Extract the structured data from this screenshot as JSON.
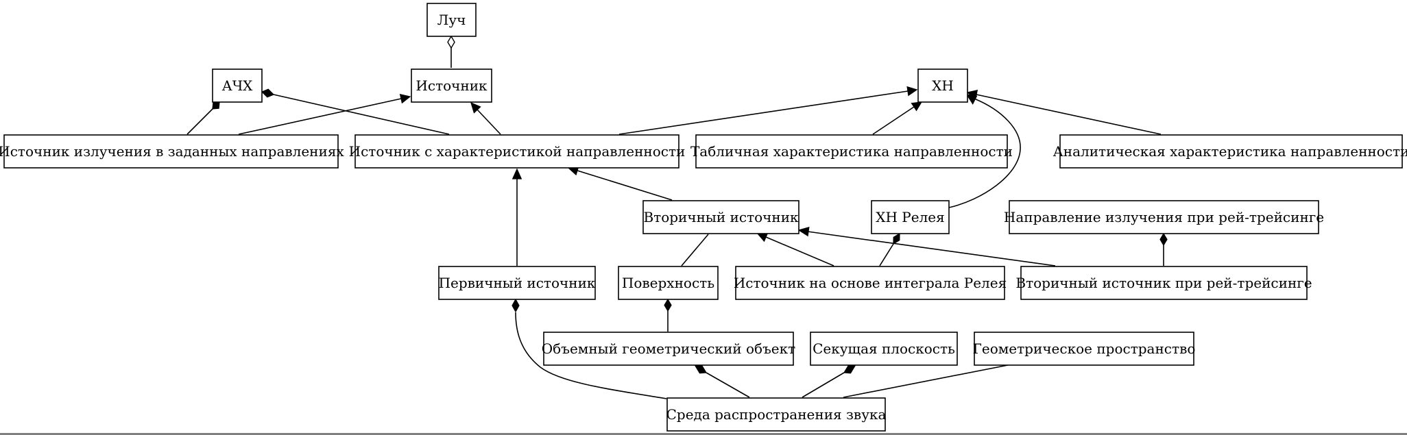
{
  "nodes": {
    "ray": "Луч",
    "achx": "АЧХ",
    "source": "Источник",
    "xn": "ХН",
    "dir_emit_source": "Источник излучения в заданных направлениях",
    "dir_char_source": "Источник с характеристикой направленности",
    "table_char": "Табличная характеристика направленности",
    "analytic_char": "Аналитическая характеристика направленности",
    "secondary_source": "Вторичный источник",
    "xn_rayleigh": "ХН Релея",
    "ray_dir": "Направление излучения при рей-трейсинге",
    "primary_source": "Первичный источник",
    "surface": "Поверхность",
    "rayleigh_source": "Источник на основе интеграла Релея",
    "ray_secondary": "Вторичный источник при рей-трейсинге",
    "volume_object": "Объемный геометрический объект",
    "cut_plane": "Секущая плоскость",
    "geo_space": "Геометрическое пространство",
    "medium": "Среда распространения звука"
  }
}
